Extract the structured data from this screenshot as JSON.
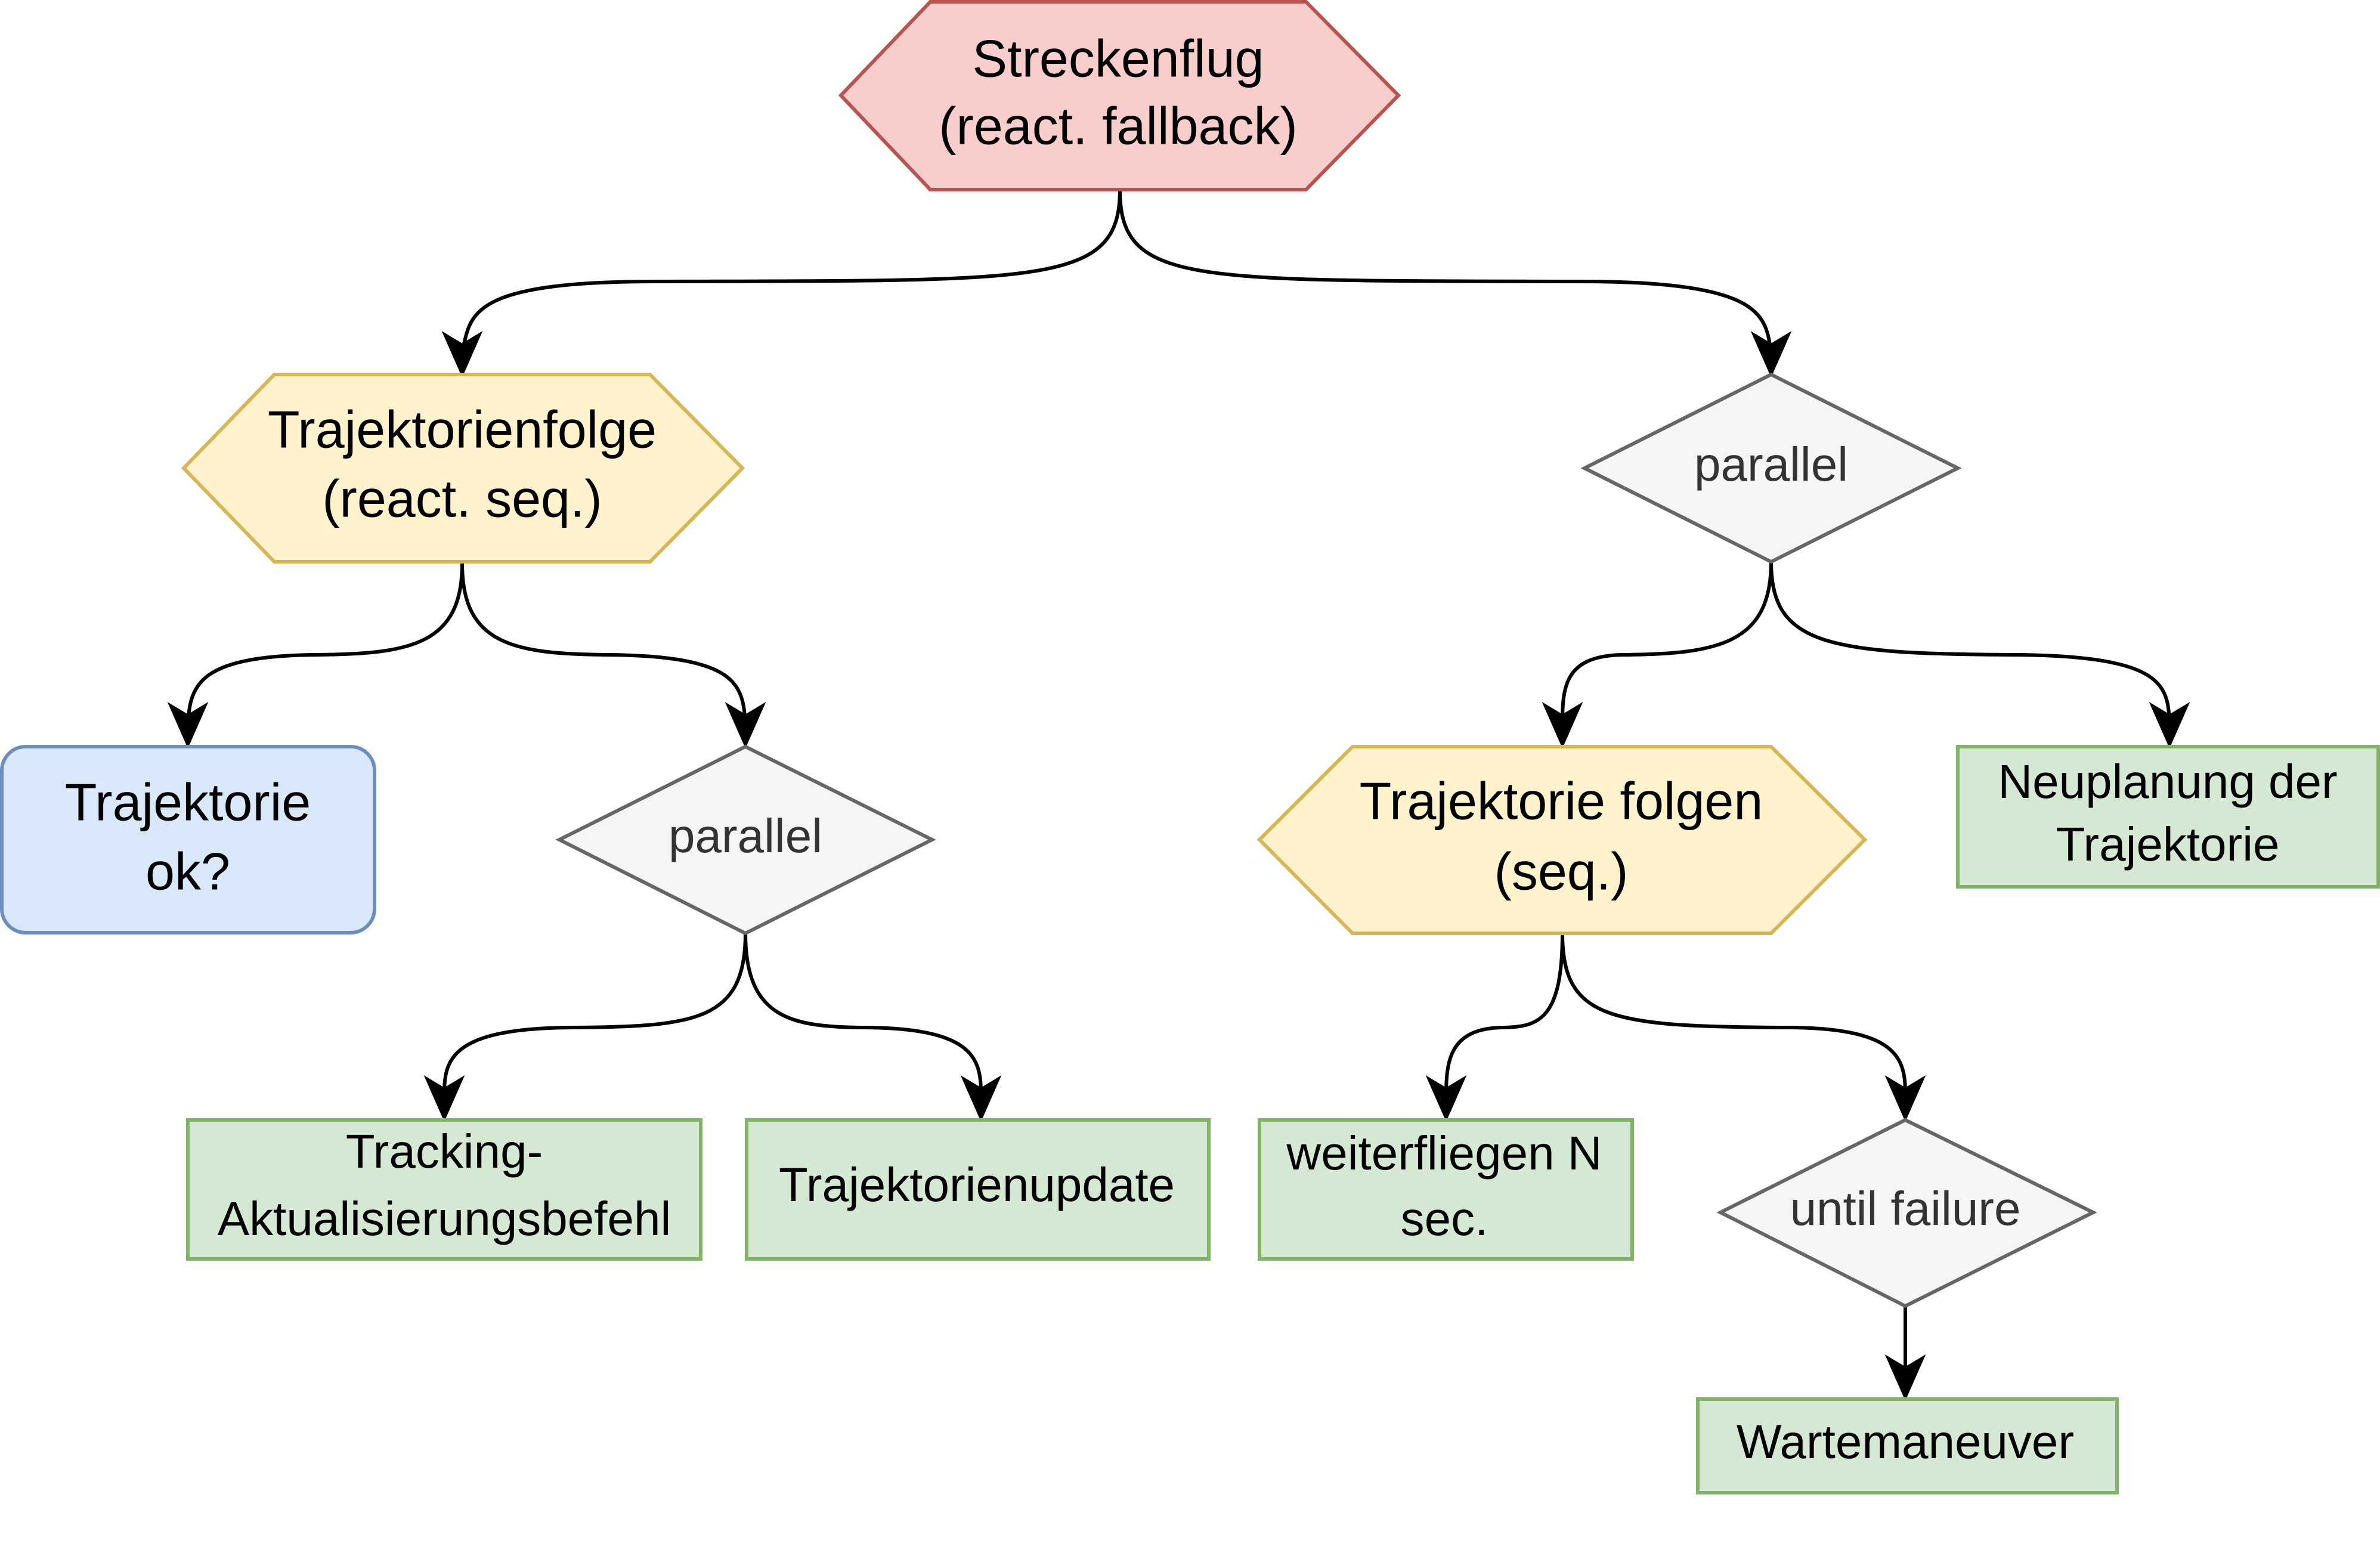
{
  "colors": {
    "red_fill": "#f8cecc",
    "red_stroke": "#b85450",
    "yellow_fill": "#fff2cc",
    "yellow_stroke": "#d6b656",
    "blue_fill": "#dae8fc",
    "blue_stroke": "#6c8ebf",
    "green_fill": "#d5e8d4",
    "green_stroke": "#82b366",
    "gray_fill": "#f5f5f5",
    "gray_stroke": "#666666"
  },
  "nodes": {
    "streckenflug": {
      "line1": "Streckenflug",
      "line2": "(react. fallback)"
    },
    "trajektorienfolge": {
      "line1": "Trajektorienfolge",
      "line2": "(react. seq.)"
    },
    "parallel_right": {
      "label": "parallel"
    },
    "trajektorie_ok": {
      "line1": "Trajektorie",
      "line2": "ok?"
    },
    "parallel_left": {
      "label": "parallel"
    },
    "trajektorie_folgen": {
      "line1": "Trajektorie folgen",
      "line2": "(seq.)"
    },
    "neuplanung": {
      "line1": "Neuplanung der",
      "line2": "Trajektorie"
    },
    "tracking": {
      "line1": "Tracking-",
      "line2": "Aktualisierungsbefehl"
    },
    "trajektorienupdate": {
      "label": "Trajektorienupdate"
    },
    "weiterfliegen": {
      "line1": "weiterfliegen N",
      "line2": "sec."
    },
    "until_failure": {
      "label": "until failure"
    },
    "wartemaneuver": {
      "label": "Wartemaneuver"
    }
  }
}
